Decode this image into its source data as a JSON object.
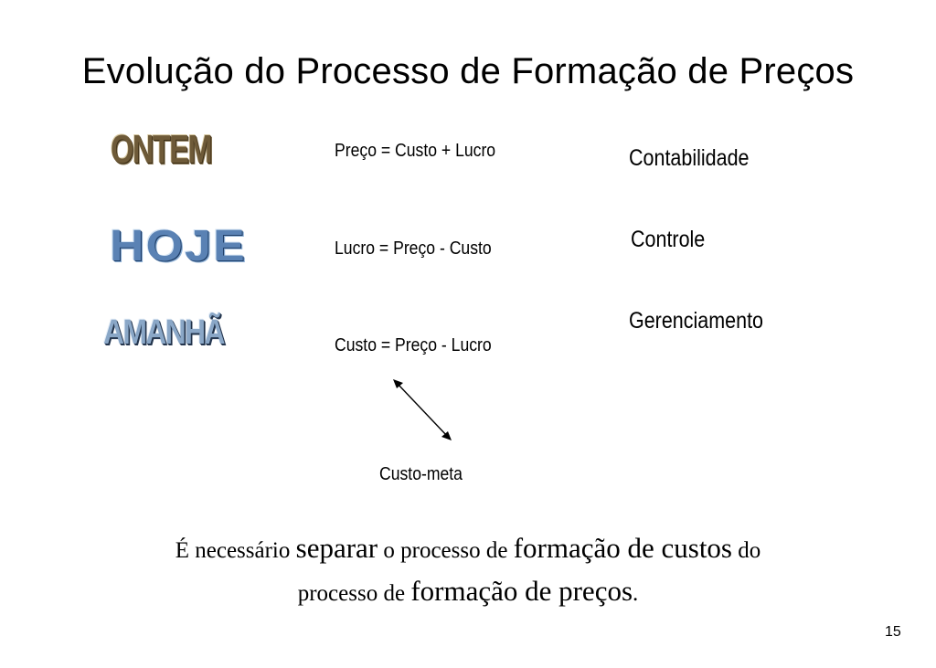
{
  "slide": {
    "title": "Evolução do Processo de Formação de Preços",
    "page_number": "15"
  },
  "rows": [
    {
      "period": "ONTEM",
      "formula": "Preço = Custo + Lucro",
      "concept": "Contabilidade"
    },
    {
      "period": "HOJE",
      "formula": "Lucro = Preço - Custo",
      "concept": "Controle"
    },
    {
      "period": "AMANHÃ",
      "formula": "Custo = Preço - Lucro",
      "concept": "Gerenciamento"
    }
  ],
  "target_cost": "Custo-meta",
  "conclusion": {
    "part1": "É necessário ",
    "emph1": "separar",
    "part2": " o processo de ",
    "emph2": "formação de custos",
    "part3": " do",
    "part4": "processo de ",
    "emph3": "formação de preços",
    "part5": "."
  },
  "colors": {
    "ontem": "#6e5a38",
    "hoje": "#5a82b4",
    "amanha": "#8aa7c7"
  },
  "icons": [
    "double-arrow-icon"
  ]
}
